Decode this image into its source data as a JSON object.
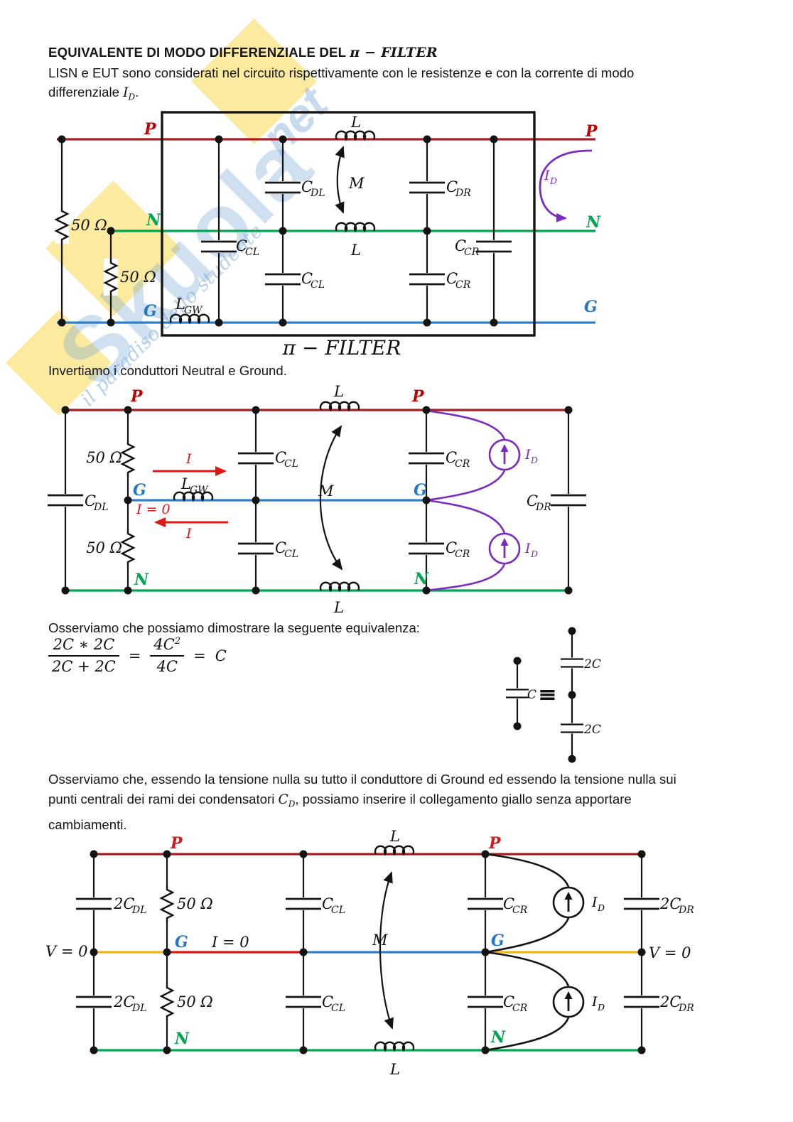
{
  "page": {
    "title_pre": "EQUIVALENTE DI MODO DIFFERENZIALE DEL ",
    "title_math": "π − FILTER",
    "intro_line1": "LISN e EUT sono considerati nel circuito rispettivamente con le resistenze e con la corrente di modo",
    "intro_line2_pre": "differenziale ",
    "intro_var": "I",
    "intro_var_sub": "D",
    "intro_line2_end": ".",
    "para_invert": "Invertiamo i conduttori Neutral e Ground.",
    "para_equiv": "Osserviamo che possiamo dimostrare la seguente equivalenza:",
    "para_yellow_l1": "Osserviamo che, essendo la tensione nulla su tutto il conduttore di Ground ed essendo la tensione nulla sui",
    "para_yellow_l2_pre": "punti centrali dei rami dei condensatori ",
    "para_yellow_var": "C",
    "para_yellow_var_sub": "D",
    "para_yellow_l2_post": ", possiamo inserire il collegamento giallo senza apportare",
    "para_yellow_l3": "cambiamenti."
  },
  "equation": {
    "num1": "2C ∗ 2C",
    "den1": "2C + 2C",
    "eq1": "=",
    "num2": "4C",
    "num2_sup": "2",
    "den2": "4C",
    "eq2": "=",
    "result": "C"
  },
  "watermark": {
    "brand": "Skuola",
    "brand_suffix": "net",
    "tagline": "il paradiso dello studente"
  },
  "sym": {
    "P": "P",
    "N": "N",
    "G": "G",
    "L": "L",
    "M": "M",
    "I": "I",
    "C": "C",
    "twoC": "2C",
    "ohm50": "50 Ω",
    "sub_DL": "DL",
    "sub_CL": "CL",
    "sub_DR": "DR",
    "sub_CR": "CR",
    "sub_GW": "GW",
    "sub_D": "D",
    "pi_filter": "π − FILTER",
    "i_eq_0": "I = 0",
    "v_eq_0": "V = 0",
    "equiv_sign": "≡"
  },
  "colors": {
    "phase_line": "#a81f23",
    "phase_label": "#c00000",
    "neutral": "#00a651",
    "ground": "#2e7fc6",
    "yellow_link": "#eeb519",
    "bright_red": "#e01616",
    "purple": "#7b2bbf",
    "ink": "#141414"
  }
}
